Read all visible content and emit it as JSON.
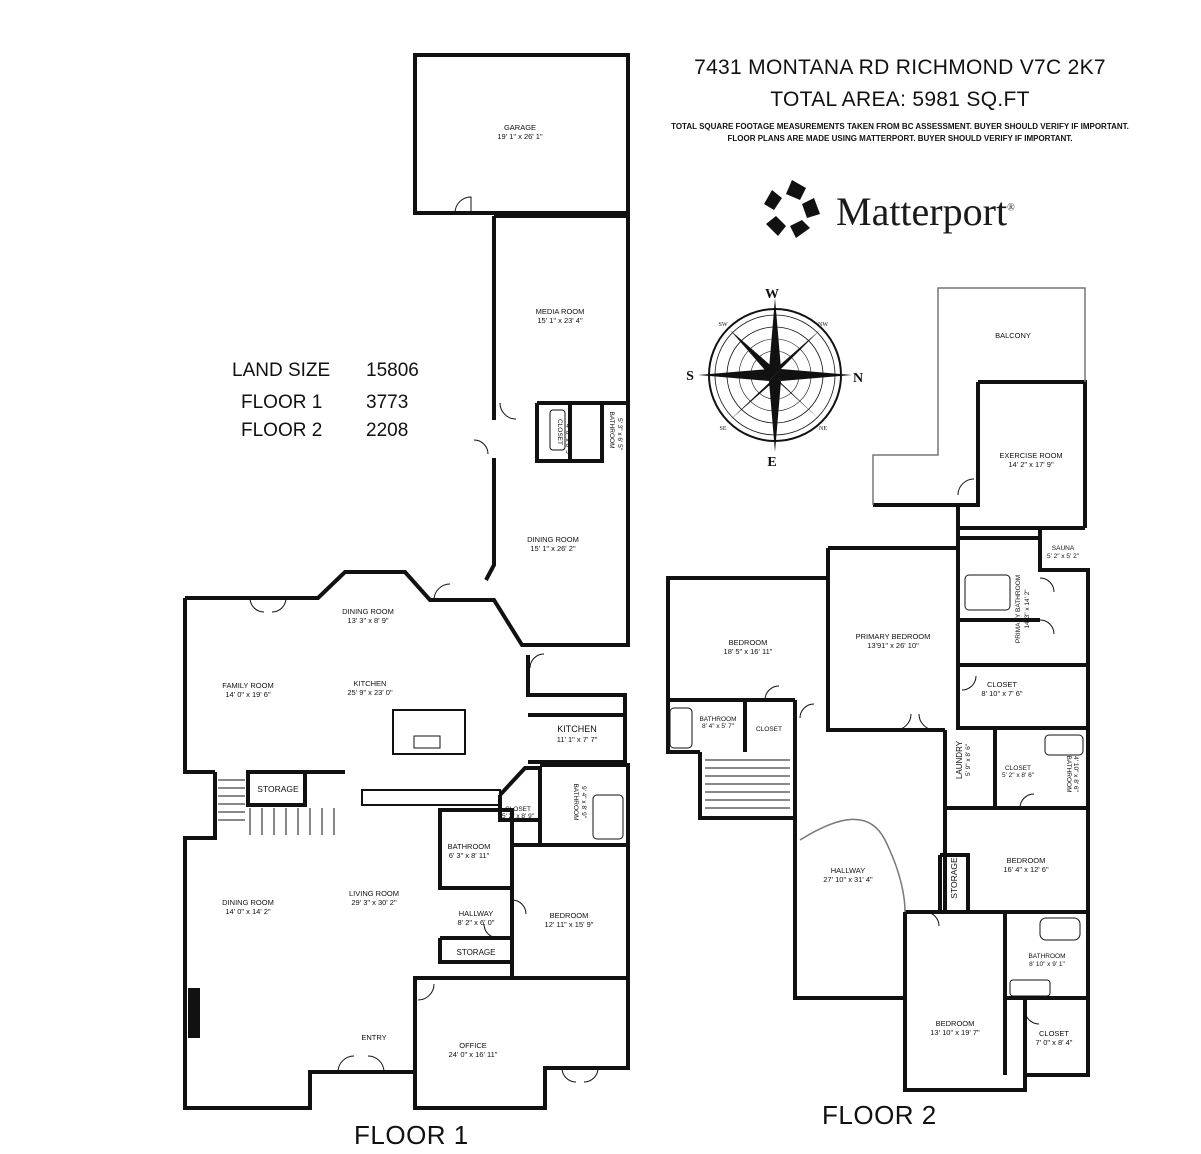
{
  "header": {
    "address": "7431 MONTANA RD RICHMOND V7C 2K7",
    "total_area": "TOTAL AREA: 5981 SQ.FT",
    "disclaimer_1": "TOTAL SQUARE FOOTAGE MEASUREMENTS TAKEN FROM BC ASSESSMENT. BUYER SHOULD VERIFY IF IMPORTANT.",
    "disclaimer_2": "FLOOR PLANS ARE MADE USING MATTERPORT. BUYER SHOULD VERIFY IF IMPORTANT."
  },
  "logo": {
    "name": "Matterport",
    "mark": "®",
    "icon": "matterport-logo-icon"
  },
  "stats": [
    {
      "label": "LAND SIZE",
      "value": "15806"
    },
    {
      "label": "FLOOR 1",
      "value": "3773"
    },
    {
      "label": "FLOOR 2",
      "value": "2208"
    }
  ],
  "compass": {
    "icon": "compass-rose-icon",
    "n": "N",
    "s": "S",
    "e": "E",
    "w": "W",
    "nw": "NW",
    "ne": "NE",
    "sw": "SW",
    "se": "SE"
  },
  "floor1": {
    "label": "FLOOR 1",
    "rooms": {
      "garage": {
        "name": "GARAGE",
        "dims": "19' 1\" x 26' 1\""
      },
      "media": {
        "name": "MEDIA ROOM",
        "dims": "15' 1\" x 23' 4\""
      },
      "closet_top": {
        "name": "CLOSET",
        "dims": "4' 6\" x 6' 5\""
      },
      "bath_top": {
        "name": "BATHROOM",
        "dims": "5' 3\" x 6' 5\""
      },
      "dining_r": {
        "name": "DINING ROOM",
        "dims": "15' 1\" x 26' 2\""
      },
      "dining_c": {
        "name": "DINING ROOM",
        "dims": "13' 3\" x 8' 9\""
      },
      "family": {
        "name": "FAMILY ROOM",
        "dims": "14' 0\" x 19' 6\""
      },
      "kitchen": {
        "name": "KITCHEN",
        "dims": "25' 9\" x 23' 0\""
      },
      "kitchen2": {
        "name": "KITCHEN",
        "dims": "11' 1\" x 7' 7\""
      },
      "storage1": {
        "name": "STORAGE"
      },
      "closet_mid": {
        "name": "CLOSET",
        "dims": "5' 2\" x 8' 9\""
      },
      "bath_mid": {
        "name": "BATHROOM",
        "dims": "9' 4\" x 8' 9\""
      },
      "bath_small": {
        "name": "BATHROOM",
        "dims": "6' 3\" x 8' 11\""
      },
      "dining_l": {
        "name": "DINING ROOM",
        "dims": "14' 0\" x 14' 2\""
      },
      "living": {
        "name": "LIVING ROOM",
        "dims": "29' 3\" x 30' 2\""
      },
      "hallway": {
        "name": "HALLWAY",
        "dims": "8' 2\" x 6' 0\""
      },
      "bedroom": {
        "name": "BEDROOM",
        "dims": "12' 11\" x 15' 9\""
      },
      "storage2": {
        "name": "STORAGE"
      },
      "entry": {
        "name": "ENTRY"
      },
      "office": {
        "name": "OFFICE",
        "dims": "24' 0\" x 16' 11\""
      }
    }
  },
  "floor2": {
    "label": "FLOOR 2",
    "rooms": {
      "balcony": {
        "name": "BALCONY"
      },
      "exercise": {
        "name": "EXERCISE ROOM",
        "dims": "14' 2\" x 17' 9\""
      },
      "sauna": {
        "name": "SAUNA",
        "dims": "5' 2\" x 5' 2\""
      },
      "bedroom1": {
        "name": "BEDROOM",
        "dims": "18' 5\" x 16' 11\""
      },
      "primary_bed": {
        "name": "PRIMARY BEDROOM",
        "dims": "13'91\" x 26' 10\""
      },
      "primary_bath": {
        "name": "PRIMARY BATHROOM",
        "dims": "14' 3\" x 14' 2\""
      },
      "closet_p": {
        "name": "CLOSET",
        "dims": "8' 10\" x 7' 6\""
      },
      "bath_b1": {
        "name": "BATHROOM",
        "dims": "8' 4\" x 5' 7\""
      },
      "closet_b1": {
        "name": "CLOSET"
      },
      "laundry": {
        "name": "LAUNDRY",
        "dims": "5' 9\" x 8' 6\""
      },
      "closet_l": {
        "name": "CLOSET",
        "dims": "5' 2\" x 8' 6\""
      },
      "bath_r": {
        "name": "BATHROOM",
        "dims": "4' 10\" x 8' 6\""
      },
      "hallway": {
        "name": "HALLWAY",
        "dims": "27' 10\" x 31' 4\""
      },
      "storage": {
        "name": "STORAGE"
      },
      "bedroom2": {
        "name": "BEDROOM",
        "dims": "16' 4\" x 12' 6\""
      },
      "bath_b3": {
        "name": "BATHROOM",
        "dims": "8' 10\" x 9' 1\""
      },
      "bedroom3": {
        "name": "BEDROOM",
        "dims": "13' 10\" x 19' 7\""
      },
      "closet_b3": {
        "name": "CLOSET",
        "dims": "7' 0\" x 8' 4\""
      }
    }
  }
}
